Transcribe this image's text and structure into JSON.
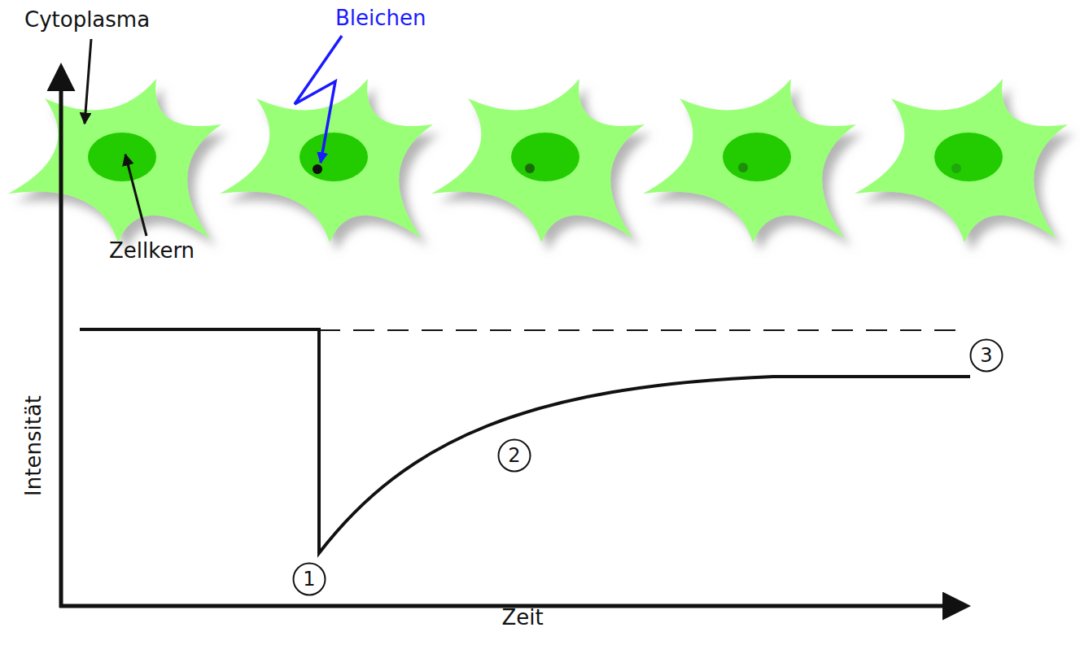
{
  "diagram": {
    "nodes": [
      {
        "text": [
          "1"
        ]
      },
      {
        "text": [
          "2"
        ]
      },
      {
        "text": [
          "3"
        ]
      }
    ],
    "labels": [
      "Cytoplasma",
      "Bleichen",
      "Zellkern",
      "Intensität",
      "Zeit"
    ]
  }
}
